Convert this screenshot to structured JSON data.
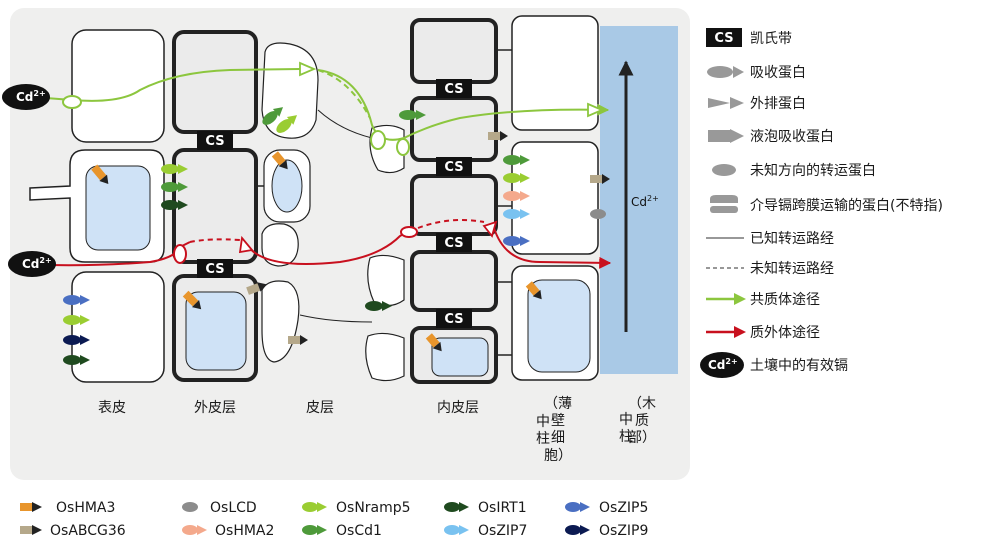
{
  "tissues": {
    "epidermis": "表皮",
    "exodermis": "外皮层",
    "cortex": "皮层",
    "endodermis": "内皮层",
    "parenchyma": [
      "（薄",
      "壁",
      "中",
      "柱",
      "细",
      "胞）"
    ],
    "xylem": [
      "（木",
      "质",
      "中",
      "柱",
      "部）"
    ]
  },
  "cs": "CS",
  "cd": {
    "base": "Cd",
    "sup": "2+"
  },
  "legend_right": {
    "cs": "凯氏带",
    "influx": "吸收蛋白",
    "efflux": "外排蛋白",
    "vacuole": "液泡吸收蛋白",
    "unknown_dir": "未知方向的转运蛋白",
    "mediate": "介导镉跨膜运输的蛋白(不特指)",
    "known_path": "已知转运路经",
    "unknown_path": "未知转运路经",
    "symplast": "共质体途径",
    "apoplast": "质外体途径",
    "soil_cd": "土壤中的有效镉"
  },
  "legend_bottom": [
    {
      "label": "OsHMA3",
      "color": "#e8952c"
    },
    {
      "label": "OsLCD",
      "color": "#8c8c8c"
    },
    {
      "label": "OsNramp5",
      "color": "#9acd32"
    },
    {
      "label": "OsIRT1",
      "color": "#1f4a1f"
    },
    {
      "label": "OsZIP5",
      "color": "#4a6fc2"
    },
    {
      "label": "OsABCG36",
      "color": "#b5a88a"
    },
    {
      "label": "OsHMA2",
      "color": "#f4a98c"
    },
    {
      "label": "OsCd1",
      "color": "#4e9a3a"
    },
    {
      "label": "OsZIP7",
      "color": "#79c2f0"
    },
    {
      "label": "OsZIP9",
      "color": "#0b1a52"
    }
  ],
  "colors": {
    "panel": "#efefee",
    "cell_fill": "#ffffff",
    "cell_light": "#ebebeb",
    "vacuole": "#cfe2f6",
    "xylem": "#a9c9e6",
    "symplast": "#8cc63e",
    "apoplast": "#c8101e",
    "outline": "#222222"
  }
}
